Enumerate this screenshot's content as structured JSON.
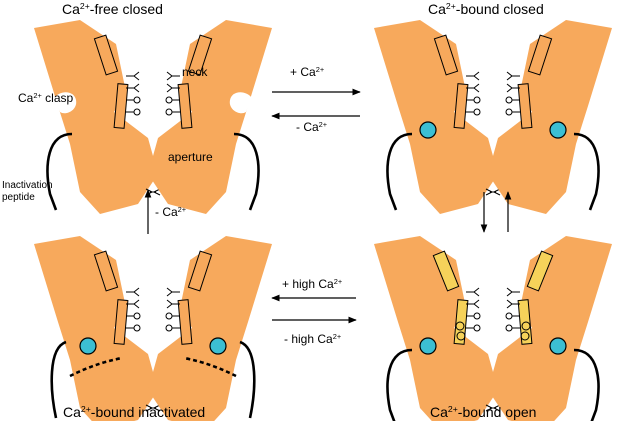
{
  "states": {
    "free_closed": {
      "main": "Ca",
      "sup": "2+",
      "rest": "-free closed"
    },
    "bound_closed": {
      "main": "Ca",
      "sup": "2+",
      "rest": "-bound closed"
    },
    "bound_inactivated": {
      "main": "Ca",
      "sup": "2+",
      "rest": "-bound inactivated"
    },
    "bound_open": {
      "main": "Ca",
      "sup": "2+",
      "rest": "-bound open"
    }
  },
  "transitions": {
    "add_ca": {
      "main": "+ Ca",
      "sup": "2+"
    },
    "remove_ca_top": {
      "main": "- Ca",
      "sup": "2+"
    },
    "remove_ca_left": {
      "main": "- Ca",
      "sup": "2+"
    },
    "add_high_ca": {
      "main": "+ high Ca",
      "sup": "2+"
    },
    "remove_high_ca": {
      "main": "- high Ca",
      "sup": "2+"
    }
  },
  "parts": {
    "clasp": {
      "main": "Ca",
      "sup": "2+",
      "rest": " clasp"
    },
    "neck": "neck",
    "aperture": "aperture",
    "inactivation": {
      "line1": "Inactivation",
      "line2": "peptide"
    }
  },
  "colors": {
    "channel_body": "#f7a95c",
    "calcium_ion": "#3cbfd3",
    "open_helix": "#f6d25a",
    "outline": "#000000"
  }
}
